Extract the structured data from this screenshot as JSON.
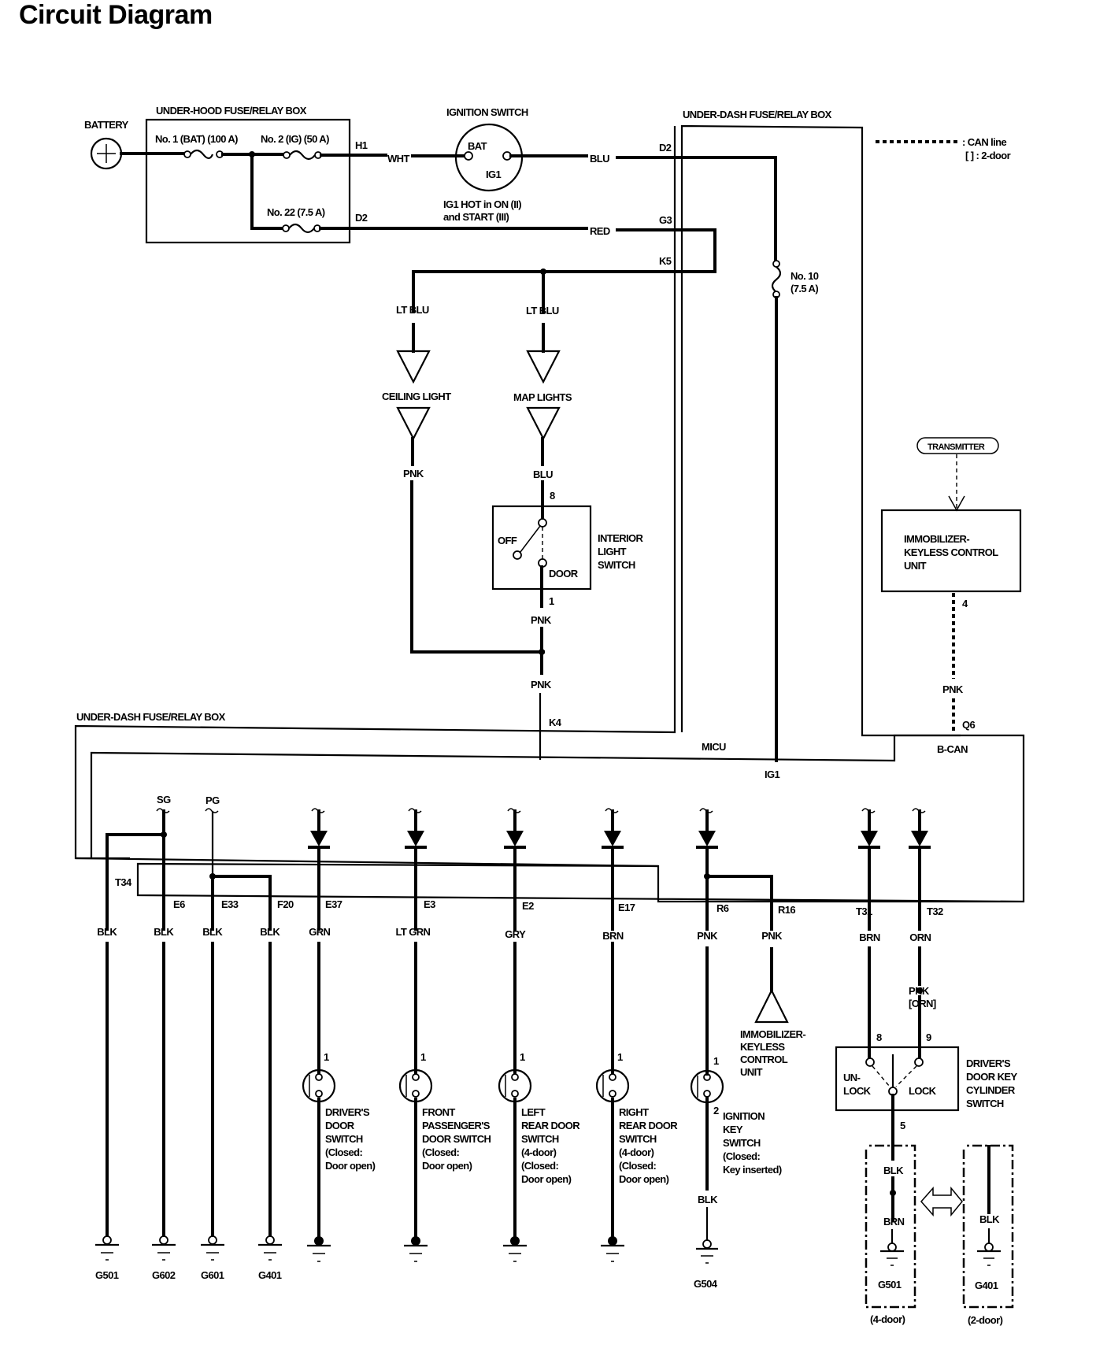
{
  "title": "Circuit Diagram",
  "legend": {
    "can_line": ": CAN line",
    "two_door": "[  ] : 2-door"
  },
  "battery": {
    "label": "BATTERY"
  },
  "under_hood_box": {
    "label": "UNDER-HOOD FUSE/RELAY BOX",
    "fuses": [
      {
        "label": "No. 1 (BAT) (100 A)"
      },
      {
        "label": "No. 2 (IG) (50 A)"
      },
      {
        "label": "No. 22 (7.5 A)"
      }
    ],
    "terminals": [
      "H1",
      "D2"
    ]
  },
  "ignition_switch": {
    "label": "IGNITION SWITCH",
    "pins": [
      "BAT",
      "IG1"
    ],
    "note_line1": "IG1 HOT in ON (II)",
    "note_line2": "and START (III)"
  },
  "wires_top": {
    "wht": "WHT",
    "blu": "BLU",
    "red": "RED",
    "lt_blu_1": "LT BLU",
    "lt_blu_2": "LT BLU",
    "pnk_ceiling": "PNK",
    "blu_map": "BLU",
    "pnk_switch": "PNK",
    "pnk_k4": "PNK",
    "pnk_can": "PNK"
  },
  "under_dash_box_top": {
    "label": "UNDER-DASH FUSE/RELAY BOX",
    "terminals": [
      "D2",
      "G3",
      "K5"
    ],
    "fuse": {
      "label_line1": "No. 10",
      "label_line2": "(7.5 A)"
    }
  },
  "lights": {
    "ceiling": "CEILING LIGHT",
    "map": "MAP LIGHTS"
  },
  "interior_switch": {
    "label_line1": "INTERIOR",
    "label_line2": "LIGHT",
    "label_line3": "SWITCH",
    "positions": [
      "OFF",
      "DOOR"
    ],
    "pin_top": "8",
    "pin_bottom": "1"
  },
  "transmitter": {
    "label": "TRANSMITTER"
  },
  "immobilizer_unit": {
    "label_line1": "IMMOBILIZER-",
    "label_line2": "KEYLESS CONTROL",
    "label_line3": "UNIT",
    "pin": "4"
  },
  "under_dash_box_bottom": {
    "label": "UNDER-DASH FUSE/RELAY BOX",
    "micu": "MICU",
    "bcan": "B-CAN",
    "ig1": "IG1",
    "k4": "K4",
    "q6": "Q6",
    "sg": "SG",
    "pg": "PG"
  },
  "connectors": [
    {
      "terminal": "T34",
      "wire": "BLK",
      "ground": "G501"
    },
    {
      "terminal": "E6",
      "wire": "BLK",
      "ground": "G602"
    },
    {
      "terminal": "E33",
      "wire": "BLK",
      "ground": "G601"
    },
    {
      "terminal": "F20",
      "wire": "BLK",
      "ground": "G401"
    },
    {
      "terminal": "E37",
      "wire": "GRN"
    },
    {
      "terminal": "E3",
      "wire": "LT GRN"
    },
    {
      "terminal": "E2",
      "wire": "GRY"
    },
    {
      "terminal": "E17",
      "wire": "BRN"
    },
    {
      "terminal": "R6",
      "wire": "PNK"
    },
    {
      "terminal": "R16",
      "wire": "PNK"
    },
    {
      "terminal": "T31",
      "wire": "BRN"
    },
    {
      "terminal": "T32",
      "wire": "ORN"
    }
  ],
  "pnk_orn": {
    "line1": "PNK",
    "line2": "[ORN]"
  },
  "immobilizer_bottom": {
    "line1": "IMMOBILIZER-",
    "line2": "KEYLESS",
    "line3": "CONTROL",
    "line4": "UNIT"
  },
  "door_switches": [
    {
      "pin": "1",
      "lines": [
        "DRIVER'S",
        "DOOR",
        "SWITCH",
        "(Closed:",
        "Door open)"
      ]
    },
    {
      "pin": "1",
      "lines": [
        "FRONT",
        "PASSENGER'S",
        "DOOR SWITCH",
        "(Closed:",
        "Door open)"
      ]
    },
    {
      "pin": "1",
      "lines": [
        "LEFT",
        "REAR DOOR",
        "SWITCH",
        "(4-door)",
        "(Closed:",
        "Door open)"
      ]
    },
    {
      "pin": "1",
      "lines": [
        "RIGHT",
        "REAR DOOR",
        "SWITCH",
        "(4-door)",
        "(Closed:",
        "Door open)"
      ]
    }
  ],
  "ignition_key_switch": {
    "pin_top": "1",
    "pin_bottom": "2",
    "lines": [
      "IGNITION",
      "KEY",
      "SWITCH",
      "(Closed:",
      "Key inserted)"
    ],
    "wire": "BLK",
    "ground": "G504"
  },
  "key_cylinder_switch": {
    "lines": [
      "DRIVER'S",
      "DOOR KEY",
      "CYLINDER",
      "SWITCH"
    ],
    "unlock_1": "UN-",
    "unlock_2": "LOCK",
    "lock": "LOCK",
    "pin_unlock": "8",
    "pin_lock": "9",
    "pin_common": "5"
  },
  "variants": {
    "four_door": {
      "wire_top": "BLK",
      "wire_bottom": "BRN",
      "ground": "G501",
      "label": "(4-door)"
    },
    "two_door": {
      "wire": "BLK",
      "ground": "G401",
      "label": "(2-door)"
    }
  }
}
